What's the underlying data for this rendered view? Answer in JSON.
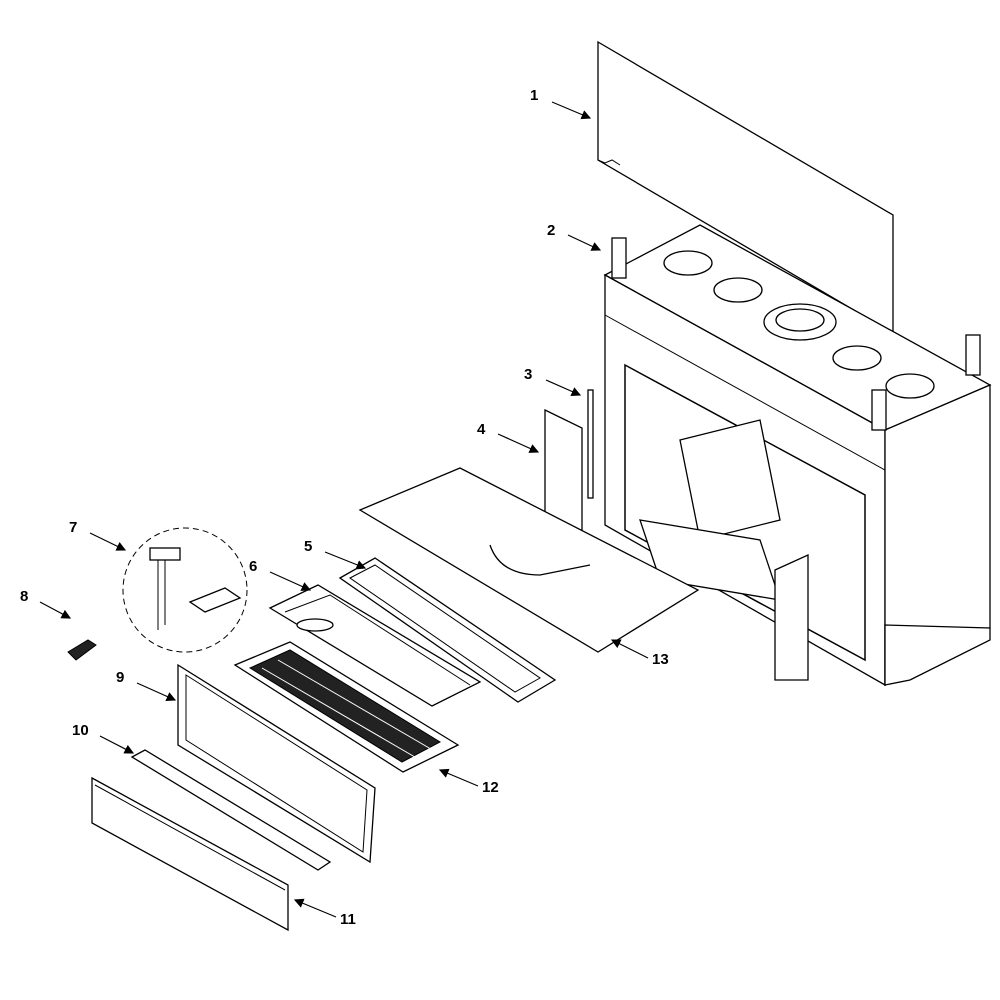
{
  "diagram": {
    "type": "exploded-parts-view",
    "callouts": [
      {
        "number": "1"
      },
      {
        "number": "2"
      },
      {
        "number": "3"
      },
      {
        "number": "4"
      },
      {
        "number": "5"
      },
      {
        "number": "6"
      },
      {
        "number": "7"
      },
      {
        "number": "8"
      },
      {
        "number": "9"
      },
      {
        "number": "10"
      },
      {
        "number": "11"
      },
      {
        "number": "12"
      },
      {
        "number": "13"
      }
    ]
  }
}
